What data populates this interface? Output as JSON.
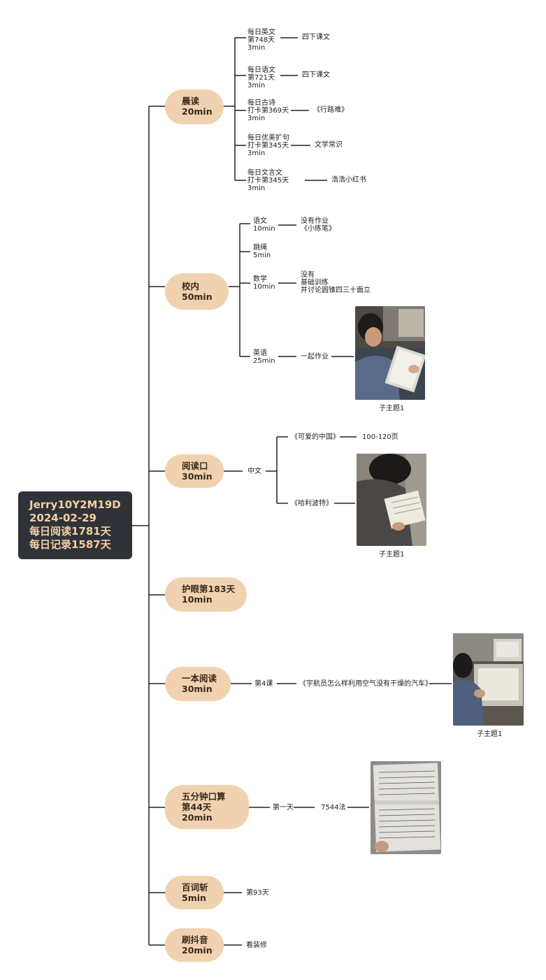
{
  "root": {
    "lines": [
      "Jerry10Y2M19D",
      "2024-02-29",
      "每日阅读1781天",
      "每日记录1587天"
    ]
  },
  "branches": [
    {
      "lines": [
        "晨读",
        "20min"
      ]
    },
    {
      "lines": [
        "校内",
        "50min"
      ]
    },
    {
      "lines": [
        "阅读口",
        "30min"
      ]
    },
    {
      "lines": [
        "护眼第183天",
        "10min"
      ]
    },
    {
      "lines": [
        "一本阅读",
        "30min"
      ]
    },
    {
      "lines": [
        "五分钟口算",
        "第44天",
        "20min"
      ]
    },
    {
      "lines": [
        "百词斩",
        "5min"
      ]
    },
    {
      "lines": [
        "刷抖音",
        "20min"
      ]
    }
  ],
  "morning_reading": [
    {
      "lines": [
        "每日英文",
        "第748天",
        "3min"
      ],
      "detail": "四下课文"
    },
    {
      "lines": [
        "每日语文",
        "第721天",
        "3min"
      ],
      "detail": "四下课文"
    },
    {
      "lines": [
        "每日古诗",
        "打卡第369天",
        "3min"
      ],
      "detail": "《行路难》"
    },
    {
      "lines": [
        "每日优美扩句",
        "打卡第345天",
        "3min"
      ],
      "detail": "文学常识"
    },
    {
      "lines": [
        "每日文言文",
        "打卡第345天",
        "3min"
      ],
      "detail": "浩浩小红书"
    }
  ],
  "school": [
    {
      "lines": [
        "语文",
        "10min"
      ],
      "detail": [
        "没有作业",
        "《小练笔》"
      ]
    },
    {
      "lines": [
        "跳绳",
        "5min"
      ]
    },
    {
      "lines": [
        "数学",
        "10min"
      ],
      "detail": [
        "没有",
        "基础训练",
        "并讨论圆锥四三十面立"
      ]
    },
    {
      "lines": [
        "英语",
        "25min"
      ],
      "detail": [
        "一起作业"
      ],
      "photo_caption": "子主题1"
    }
  ],
  "reading": {
    "label": "中文",
    "books": [
      {
        "title": "《可爱的中国》",
        "pages": "100-120页"
      },
      {
        "title": "《哈利波特》"
      }
    ],
    "photo_caption": "子主题1"
  },
  "one_book": {
    "lesson": "第4课",
    "title": "《宇航员怎么样利用空气没有干燥的汽车》",
    "photo_caption": "子主题1"
  },
  "math": {
    "day": "第一天",
    "method": "7544法"
  },
  "vocab": {
    "day": "第93天"
  },
  "douyin": {
    "note": "看装修"
  },
  "colors": {
    "root_bg": "#2f3337",
    "root_text": "#f3cfa6",
    "branch_bg": "#f0d2b0",
    "line": "#222222"
  }
}
